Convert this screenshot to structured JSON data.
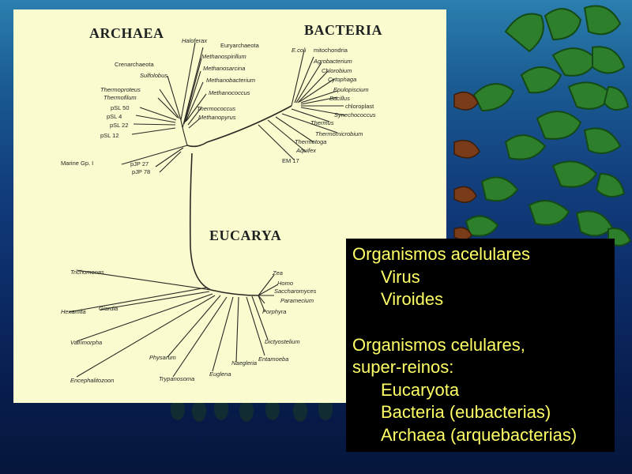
{
  "tree": {
    "domains": {
      "archaea": "ARCHAEA",
      "bacteria": "BACTERIA",
      "eucarya": "EUCARYA"
    },
    "groups": {
      "euryarchaeota": "Euryarchaeota",
      "crenarchaeota": "Crenarchaeota"
    },
    "archaea_taxa": {
      "haloferax": "Haloferax",
      "methanospirillum": "Methanospirillum",
      "methanosarcina": "Methanosarcina",
      "methanobacterium": "Methanobacterium",
      "methanococcus": "Methanococcus",
      "thermococcus": "Thermococcus",
      "methanopyrus": "Methanopyrus",
      "sulfolobus": "Sulfolobus",
      "thermoproteus": "Thermoproteus",
      "thermofilum": "Thermofilum",
      "psl50": "pSL 50",
      "psl4": "pSL 4",
      "psl22": "pSL 22",
      "psl12": "pSL 12",
      "marine": "Marine Gp. I",
      "pjp27": "pJP 27",
      "pjp78": "pJP 78"
    },
    "bacteria_taxa": {
      "ecoli": "E.coli",
      "mitochondria": "mitochondria",
      "agrobacterium": "Agrobacterium",
      "chlorobium": "Chlorobium",
      "cytophaga": "Cytophaga",
      "epulopiscium": "Epulopiscium",
      "bacillus": "Bacillus",
      "chloroplast": "chloroplast",
      "synechococcus": "Synechococcus",
      "thermus": "Thermus",
      "thermomicrobium": "Thermomicrobium",
      "thermotoga": "Thermotoga",
      "aquifex": "Aquifex",
      "em17": "EM 17"
    },
    "eucarya_taxa": {
      "zea": "Zea",
      "homo": "Homo",
      "saccharomyces": "Saccharomyces",
      "paramecium": "Paramecium",
      "porphyra": "Porphyra",
      "dictyostelium": "Dictyostelium",
      "entamoeba": "Entamoeba",
      "naegleria": "Naegleria",
      "euglena": "Euglena",
      "trypanosoma": "Trypanosoma",
      "physarum": "Physarum",
      "trichomonas": "Trichomonas",
      "hexamita": "Hexamita",
      "giardia": "Giardia",
      "vairimorpha": "Vairimorpha",
      "encephalitozoon": "Encephalitozoon"
    }
  },
  "summary": {
    "heading1": "Organismos acelulares",
    "item1": "Virus",
    "item2": "Viroides",
    "heading2a": "Organismos celulares,",
    "heading2b": "super-reinos:",
    "item3": "Eucaryota",
    "item4": "Bacteria (eubacterias)",
    "item5": "Archaea (arquebacterias)"
  },
  "colors": {
    "panel_background": "#fbfbd0",
    "box_background": "#000000",
    "box_text": "#ffff66",
    "seaweed": "#2f7a2a"
  },
  "icons": {
    "backdrop": "seaweed-illustration"
  }
}
